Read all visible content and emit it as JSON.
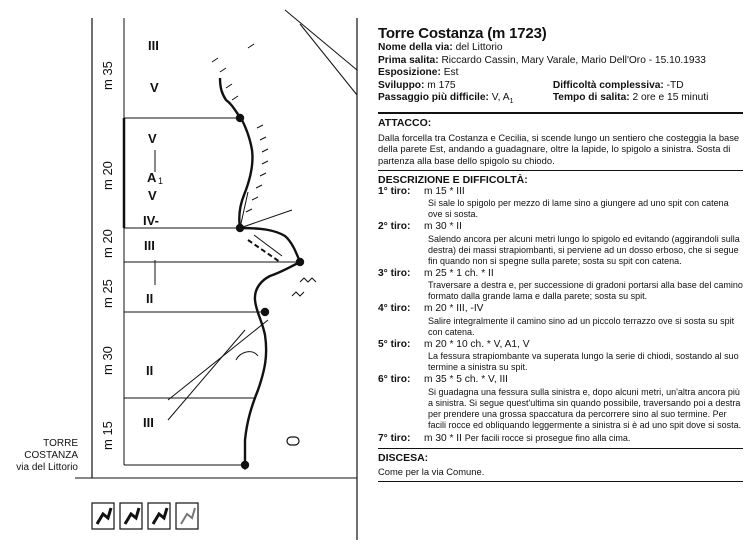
{
  "topo": {
    "sections": [
      {
        "length": "m 35",
        "grade": "III"
      },
      {
        "length": "m 20",
        "grade": "V"
      },
      {
        "length": "m 20",
        "grade": "IV-"
      },
      {
        "length": "m 25",
        "grade": "III"
      },
      {
        "length": "m 30",
        "grade": "II"
      },
      {
        "length": "m 15",
        "grade": "III"
      }
    ],
    "grades_upper": [
      "V",
      "V",
      "A",
      "1",
      "V"
    ],
    "caption": [
      "TORRE",
      "COSTANZA",
      "via del Littorio"
    ]
  },
  "title": "Torre Costanza (m 1723)",
  "info": {
    "route_label": "Nome della via:",
    "route_value": "del Littorio",
    "first_ascent_label": "Prima salita:",
    "first_ascent_value": "Riccardo Cassin, Mary Varale, Mario Dell'Oro - 15.10.1933",
    "exposure_label": "Esposizione:",
    "exposure_value": "Est",
    "development_label": "Sviluppo:",
    "development_value": "m 175",
    "difficulty_label": "Difficoltà complessiva:",
    "difficulty_value": "-TD",
    "hardest_label": "Passaggio più difficile:",
    "hardest_value": "V, A",
    "hardest_sub": "1",
    "time_label": "Tempo di salita:",
    "time_value": "2 ore e 15 minuti"
  },
  "approach": {
    "heading": "ATTACCO:",
    "text": "Dalla forcella tra Costanza e Cecilia, si scende lungo un sentiero che costeggia la base della parete Est, andando a guadagnare, oltre la lapide, lo spigolo a sinistra. Sosta di partenza alla base dello spigolo su chiodo."
  },
  "description": {
    "heading": "DESCRIZIONE E DIFFICOLTÀ:",
    "pitches": [
      {
        "label": "1° tiro:",
        "summary": "m 15 * III",
        "text": "Si sale lo spigolo per mezzo di lame sino a giungere ad uno spit con catena ove si sosta."
      },
      {
        "label": "2° tiro:",
        "summary": "m 30 * II",
        "text": "Salendo ancora per alcuni metri lungo lo spigolo ed evitando (aggirandoli sulla destra) dei massi strapiombanti, si perviene ad un dosso erboso, che si segue fin quando non si spegne sulla parete; sosta su spit con catena."
      },
      {
        "label": "3° tiro:",
        "summary": "m 25 * 1 ch. * II",
        "text": "Traversare a destra e, per successione di gradoni portarsi alla base del camino formato dalla grande lama e dalla parete; sosta su spit."
      },
      {
        "label": "4° tiro:",
        "summary": "m 20 * III, -IV",
        "text": "Salire integralmente il camino sino ad un piccolo terrazzo ove si sosta su spit con catena."
      },
      {
        "label": "5° tiro:",
        "summary": "m 20 * 10 ch. * V, A1, V",
        "text": "La fessura strapiombante va superata lungo la serie di chiodi, sostando al suo termine a sinistra su spit."
      },
      {
        "label": "6° tiro:",
        "summary": "m 35 * 5 ch. * V, III",
        "text": "Si guadagna una fessura sulla sinistra e, dopo alcuni metri, un'altra ancora più a sinistra. Si segue quest'ultima sin quando possibile, traversando poi a destra per prendere una grossa spaccatura da percorrere sino al suo termine. Per facili rocce ed obliquando leggermente a sinistra si è ad uno spit dove si sosta."
      },
      {
        "label": "7° tiro:",
        "summary": "m 30 * II",
        "text": "Per facili rocce si prosegue fino alla cima."
      }
    ]
  },
  "descent": {
    "heading": "DISCESA:",
    "text": "Come per la via Comune."
  }
}
